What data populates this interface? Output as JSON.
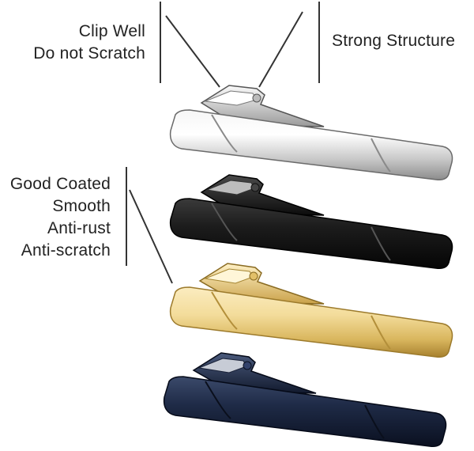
{
  "annotations": {
    "clip": [
      "Clip Well",
      "Do not Scratch"
    ],
    "strong": "Strong Structure",
    "coated": [
      "Good Coated",
      "Smooth",
      "Anti-rust",
      "Anti-scratch"
    ]
  },
  "products": [
    {
      "name": "silver-tie-clip",
      "color": "#d9d9d9"
    },
    {
      "name": "black-tie-clip",
      "color": "#1b1b1b"
    },
    {
      "name": "gold-tie-clip",
      "color": "#e8cf86"
    },
    {
      "name": "navy-tie-clip",
      "color": "#1e2b48"
    }
  ]
}
